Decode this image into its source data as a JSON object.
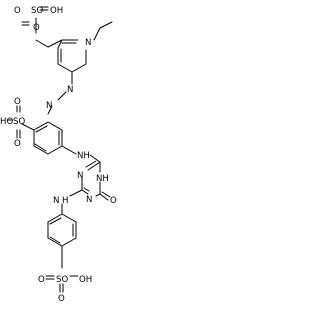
{
  "labels": {
    "sulfonate_top": "SO",
    "sulfonate_top_o": "O",
    "sulfonate_top_oh": "OH",
    "sulfonate_top_o2": "O",
    "n_ring": "N",
    "azo_n1": "N",
    "azo_n2": "N",
    "sulfo_mid": "SO",
    "sulfo_mid_ho": "HO",
    "sulfo_mid_o": "O",
    "sulfo_mid_o2": "O",
    "nh_link": "NH",
    "triazine_n1": "N",
    "triazine_nh": "NH",
    "triazine_n2": "N",
    "triazine_o": "O",
    "nh_aryl": "H",
    "nh_aryl_n": "N",
    "sulfo_bottom": "SO",
    "sulfo_bottom_o": "O",
    "sulfo_bottom_oh": "OH",
    "sulfo_bottom_o2": "O"
  },
  "colors": {
    "bond": "#000000",
    "background": "#ffffff"
  }
}
